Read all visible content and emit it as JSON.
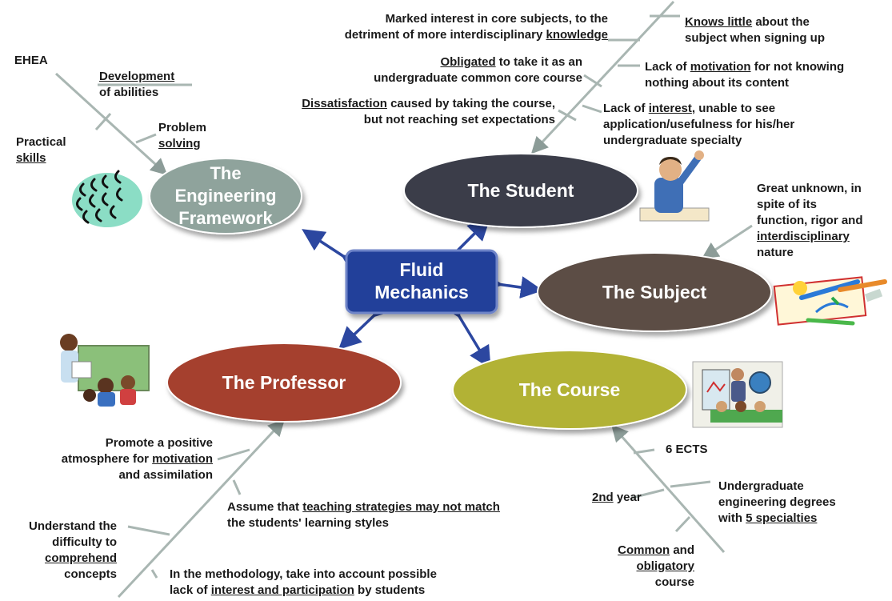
{
  "center": {
    "line1": "Fluid",
    "line2": "Mechanics"
  },
  "nodes": {
    "framework": {
      "line1": "The",
      "line2": "Engineering",
      "line3": "Framework"
    },
    "student": "The Student",
    "subject": "The Subject",
    "professor": "The Professor",
    "course": "The Course"
  },
  "colors": {
    "center_fill": "#24409a",
    "framework": "#8fa39c",
    "student": "#3a3e4a",
    "subject": "#5c4d44",
    "professor": "#a5412e",
    "course": "#b2b235",
    "arrow": "#2c47a0",
    "branch": "#9aaaa6"
  },
  "labels": {
    "ehea": "EHEA",
    "development": {
      "u": "Development",
      "rest": "of abilities"
    },
    "problem": {
      "line1": "Problem",
      "u": "solving"
    },
    "practical": {
      "line1": "Practical",
      "u": "skills"
    },
    "marked": {
      "line1": "Marked interest in core subjects, to the",
      "line2a": "detriment of more interdisciplinary ",
      "u": "knowledge"
    },
    "obligated": {
      "u": "Obligated",
      "rest": " to take it as an",
      "line2": "undergraduate common core course"
    },
    "dissatisfaction": {
      "u": "Dissatisfaction",
      "rest": " caused by taking the course,",
      "line2": "but not reaching set expectations"
    },
    "knows": {
      "u": "Knows little",
      "rest": " about the",
      "line2": "subject when signing up"
    },
    "motivation_lack": {
      "line1a": "Lack of ",
      "u": "motivation",
      "line1b": " for not knowing",
      "line2": "nothing about its content"
    },
    "interest_lack": {
      "line1a": "Lack of ",
      "u": "interest",
      "line1b": ", unable to see",
      "line2": "application/usefulness for his/her",
      "line3": "undergraduate specialty"
    },
    "unknown": {
      "line1": "Great unknown, in",
      "line2": "spite of its",
      "line3": "function, rigor and",
      "u": "interdisciplinary",
      "line5": "nature"
    },
    "promote": {
      "line1": "Promote a positive",
      "line2a": "atmosphere for ",
      "u": "motivation",
      "line3": "and assimilation"
    },
    "assume": {
      "line1a": "Assume that ",
      "u": "teaching strategies may not match",
      "line2": "the students' learning styles"
    },
    "understand": {
      "line1": "Understand the",
      "line2": "difficulty to",
      "u": "comprehend",
      "line4": "concepts"
    },
    "methodology": {
      "line1": "In the methodology, take into account possible",
      "line2a": "lack of ",
      "u": "interest and participation",
      "line2b": " by students"
    },
    "ects": "6 ECTS",
    "year": {
      "u": "2nd",
      "rest": " year"
    },
    "degrees": {
      "line1": "Undergraduate",
      "line2": "engineering degrees",
      "line3a": "with ",
      "u": "5 specialties"
    },
    "common": {
      "u1": "Common",
      "rest1": " and",
      "u2": "obligatory",
      "line3": "course"
    }
  }
}
